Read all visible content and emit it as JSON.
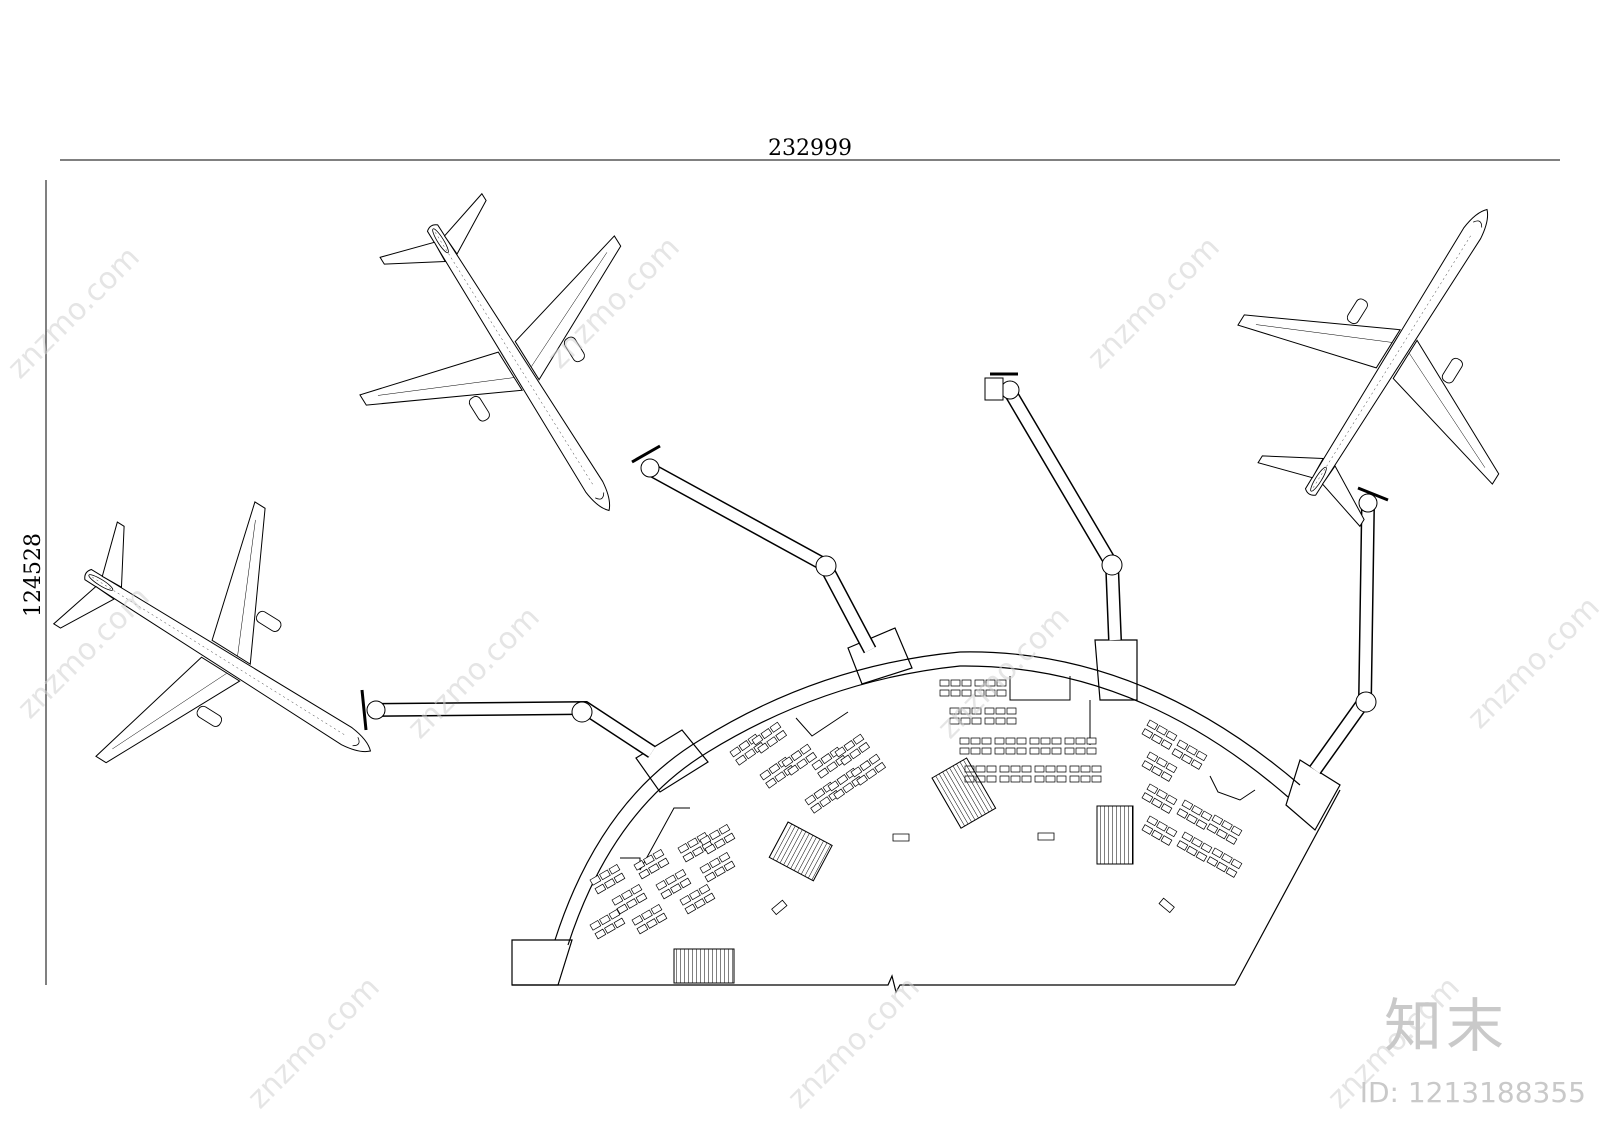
{
  "dimensions": {
    "width_label": "232999",
    "height_label": "124528"
  },
  "watermark": {
    "site": "znzmo.com",
    "brand": "知末",
    "id_text": "ID: 1213188355"
  },
  "icons": {
    "aircraft": "airplane-top-view-icon",
    "jet_bridge": "boarding-bridge-icon",
    "seating": "seat-row-icon",
    "escalator": "escalator-icon"
  }
}
